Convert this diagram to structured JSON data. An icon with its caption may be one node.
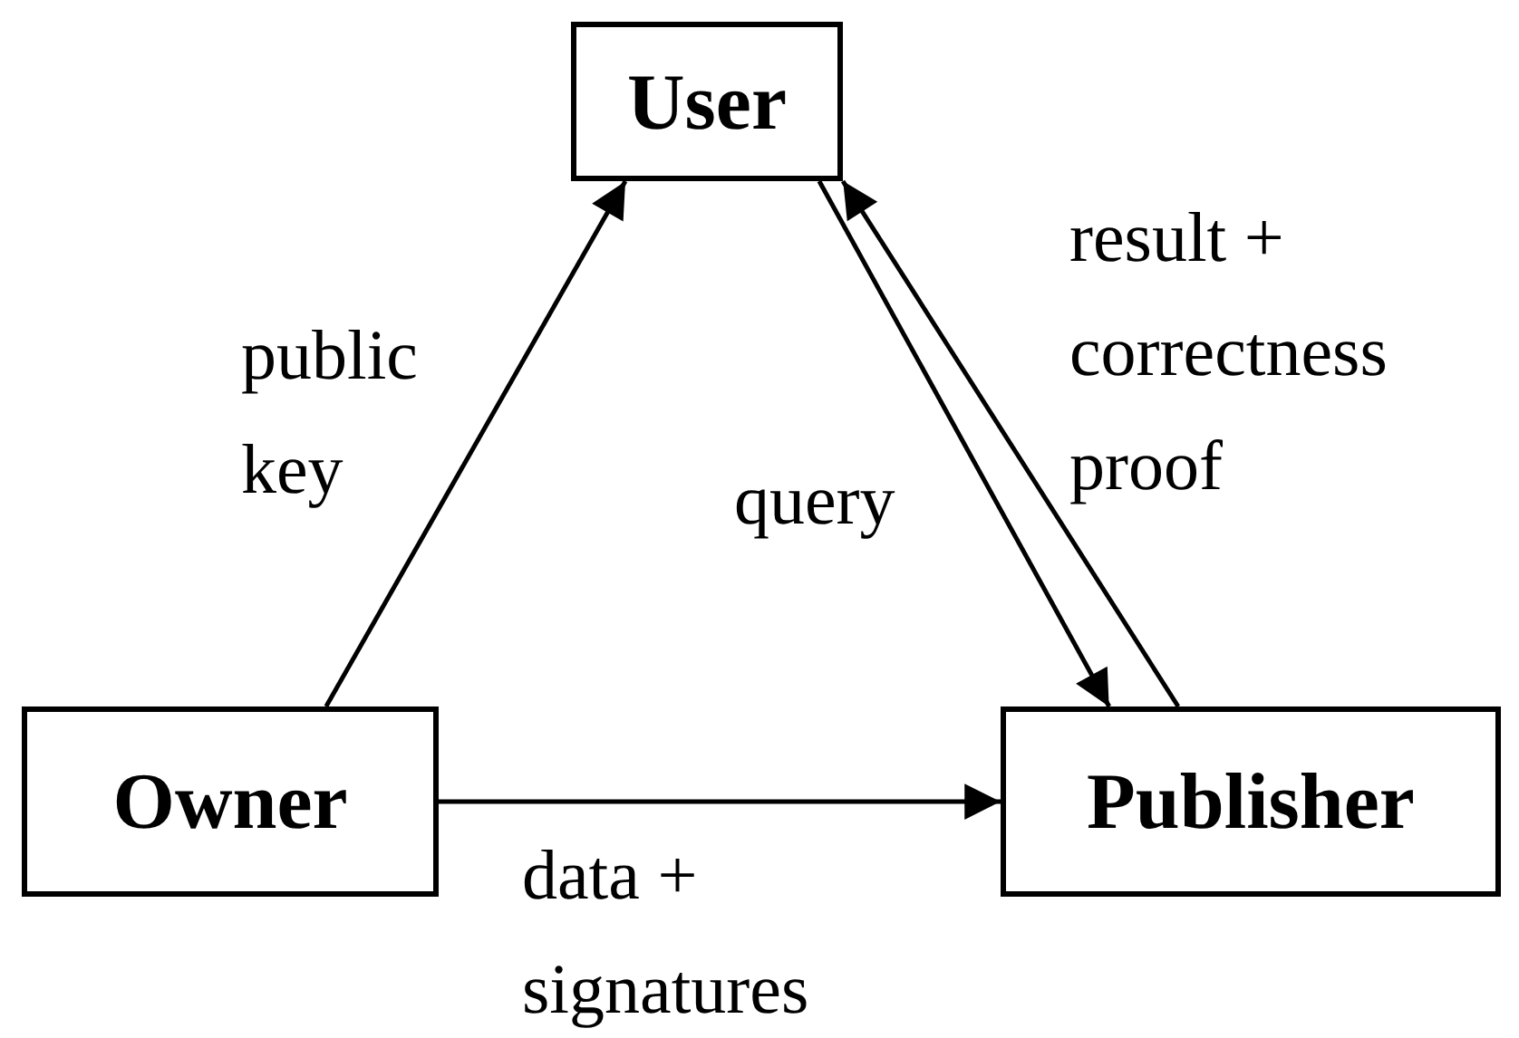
{
  "diagram": {
    "nodes": [
      {
        "text": [
          "User"
        ]
      },
      {
        "text": [
          "Owner"
        ]
      },
      {
        "text": [
          "Publisher"
        ]
      }
    ],
    "edges": [
      {
        "from": 1,
        "to": 0,
        "arrow": "to",
        "label": "public key"
      },
      {
        "from": 0,
        "to": 2,
        "arrow": "to",
        "label": "query"
      },
      {
        "from": 2,
        "to": 0,
        "arrow": "to",
        "label": "result + correctness proof"
      },
      {
        "from": 1,
        "to": 2,
        "arrow": "to",
        "label": "data + signatures"
      }
    ]
  }
}
